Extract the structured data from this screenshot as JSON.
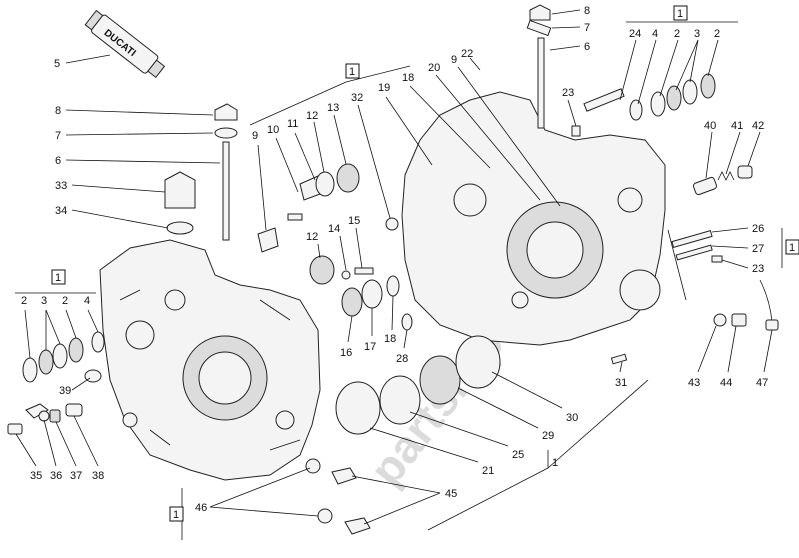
{
  "labels": [
    {
      "id": "p5",
      "text": "5"
    },
    {
      "id": "p8a",
      "text": "8"
    },
    {
      "id": "p7a",
      "text": "7"
    },
    {
      "id": "p6a",
      "text": "6"
    },
    {
      "id": "p33",
      "text": "33"
    },
    {
      "id": "p34",
      "text": "34"
    },
    {
      "id": "b1l",
      "text": "1"
    },
    {
      "id": "l2a",
      "text": "2"
    },
    {
      "id": "l3a",
      "text": "3"
    },
    {
      "id": "l2b",
      "text": "2"
    },
    {
      "id": "l4",
      "text": "4"
    },
    {
      "id": "p39",
      "text": "39"
    },
    {
      "id": "p35",
      "text": "35"
    },
    {
      "id": "p36",
      "text": "36"
    },
    {
      "id": "p37",
      "text": "37"
    },
    {
      "id": "p38",
      "text": "38"
    },
    {
      "id": "b1bottom",
      "text": "1"
    },
    {
      "id": "p46",
      "text": "46"
    },
    {
      "id": "p45",
      "text": "45"
    },
    {
      "id": "b1mid",
      "text": "1"
    },
    {
      "id": "p9a",
      "text": "9"
    },
    {
      "id": "p10",
      "text": "10"
    },
    {
      "id": "p11",
      "text": "11"
    },
    {
      "id": "p12a",
      "text": "12"
    },
    {
      "id": "p13",
      "text": "13"
    },
    {
      "id": "p32",
      "text": "32"
    },
    {
      "id": "p19",
      "text": "19"
    },
    {
      "id": "p18a",
      "text": "18"
    },
    {
      "id": "p20",
      "text": "20"
    },
    {
      "id": "p9b",
      "text": "9"
    },
    {
      "id": "p22",
      "text": "22"
    },
    {
      "id": "p8b",
      "text": "8"
    },
    {
      "id": "p7b",
      "text": "7"
    },
    {
      "id": "p6b",
      "text": "6"
    },
    {
      "id": "p23a",
      "text": "23"
    },
    {
      "id": "b1tr",
      "text": "1"
    },
    {
      "id": "r24",
      "text": "24"
    },
    {
      "id": "r4",
      "text": "4"
    },
    {
      "id": "r2a",
      "text": "2"
    },
    {
      "id": "r3",
      "text": "3"
    },
    {
      "id": "r2b",
      "text": "2"
    },
    {
      "id": "p40",
      "text": "40"
    },
    {
      "id": "p41",
      "text": "41"
    },
    {
      "id": "p42",
      "text": "42"
    },
    {
      "id": "p26",
      "text": "26"
    },
    {
      "id": "p27",
      "text": "27"
    },
    {
      "id": "p23b",
      "text": "23"
    },
    {
      "id": "b1right",
      "text": "1"
    },
    {
      "id": "p15",
      "text": "15"
    },
    {
      "id": "p14",
      "text": "14"
    },
    {
      "id": "p12b",
      "text": "12"
    },
    {
      "id": "p16",
      "text": "16"
    },
    {
      "id": "p17",
      "text": "17"
    },
    {
      "id": "p18b",
      "text": "18"
    },
    {
      "id": "p28",
      "text": "28"
    },
    {
      "id": "p31",
      "text": "31"
    },
    {
      "id": "p30",
      "text": "30"
    },
    {
      "id": "p29",
      "text": "29"
    },
    {
      "id": "p25",
      "text": "25"
    },
    {
      "id": "p21",
      "text": "21"
    },
    {
      "id": "p1",
      "text": "1"
    },
    {
      "id": "p43",
      "text": "43"
    },
    {
      "id": "p44",
      "text": "44"
    },
    {
      "id": "p47",
      "text": "47"
    }
  ],
  "tube_brand": "DUCATI",
  "watermark": "partsrepublik"
}
